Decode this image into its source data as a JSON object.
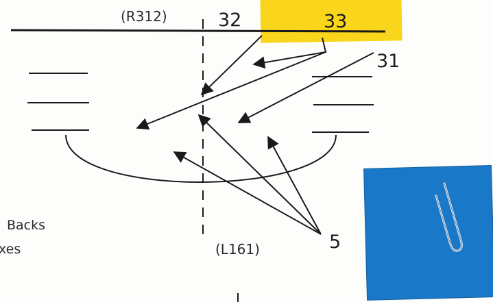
{
  "labels": {
    "ref_top": "(R312)",
    "num_32": "32",
    "num_33": "33",
    "num_31": "31",
    "num_5": "5",
    "ref_bottom": "(L161)"
  },
  "partial_text": {
    "line1": "Backs",
    "line2": "xes"
  },
  "colors": {
    "ink": "#1a1a1a",
    "yellow_note": "#f9d51c",
    "blue_note": "#1a78c8"
  },
  "icons": {
    "clip": "paperclip-icon"
  }
}
